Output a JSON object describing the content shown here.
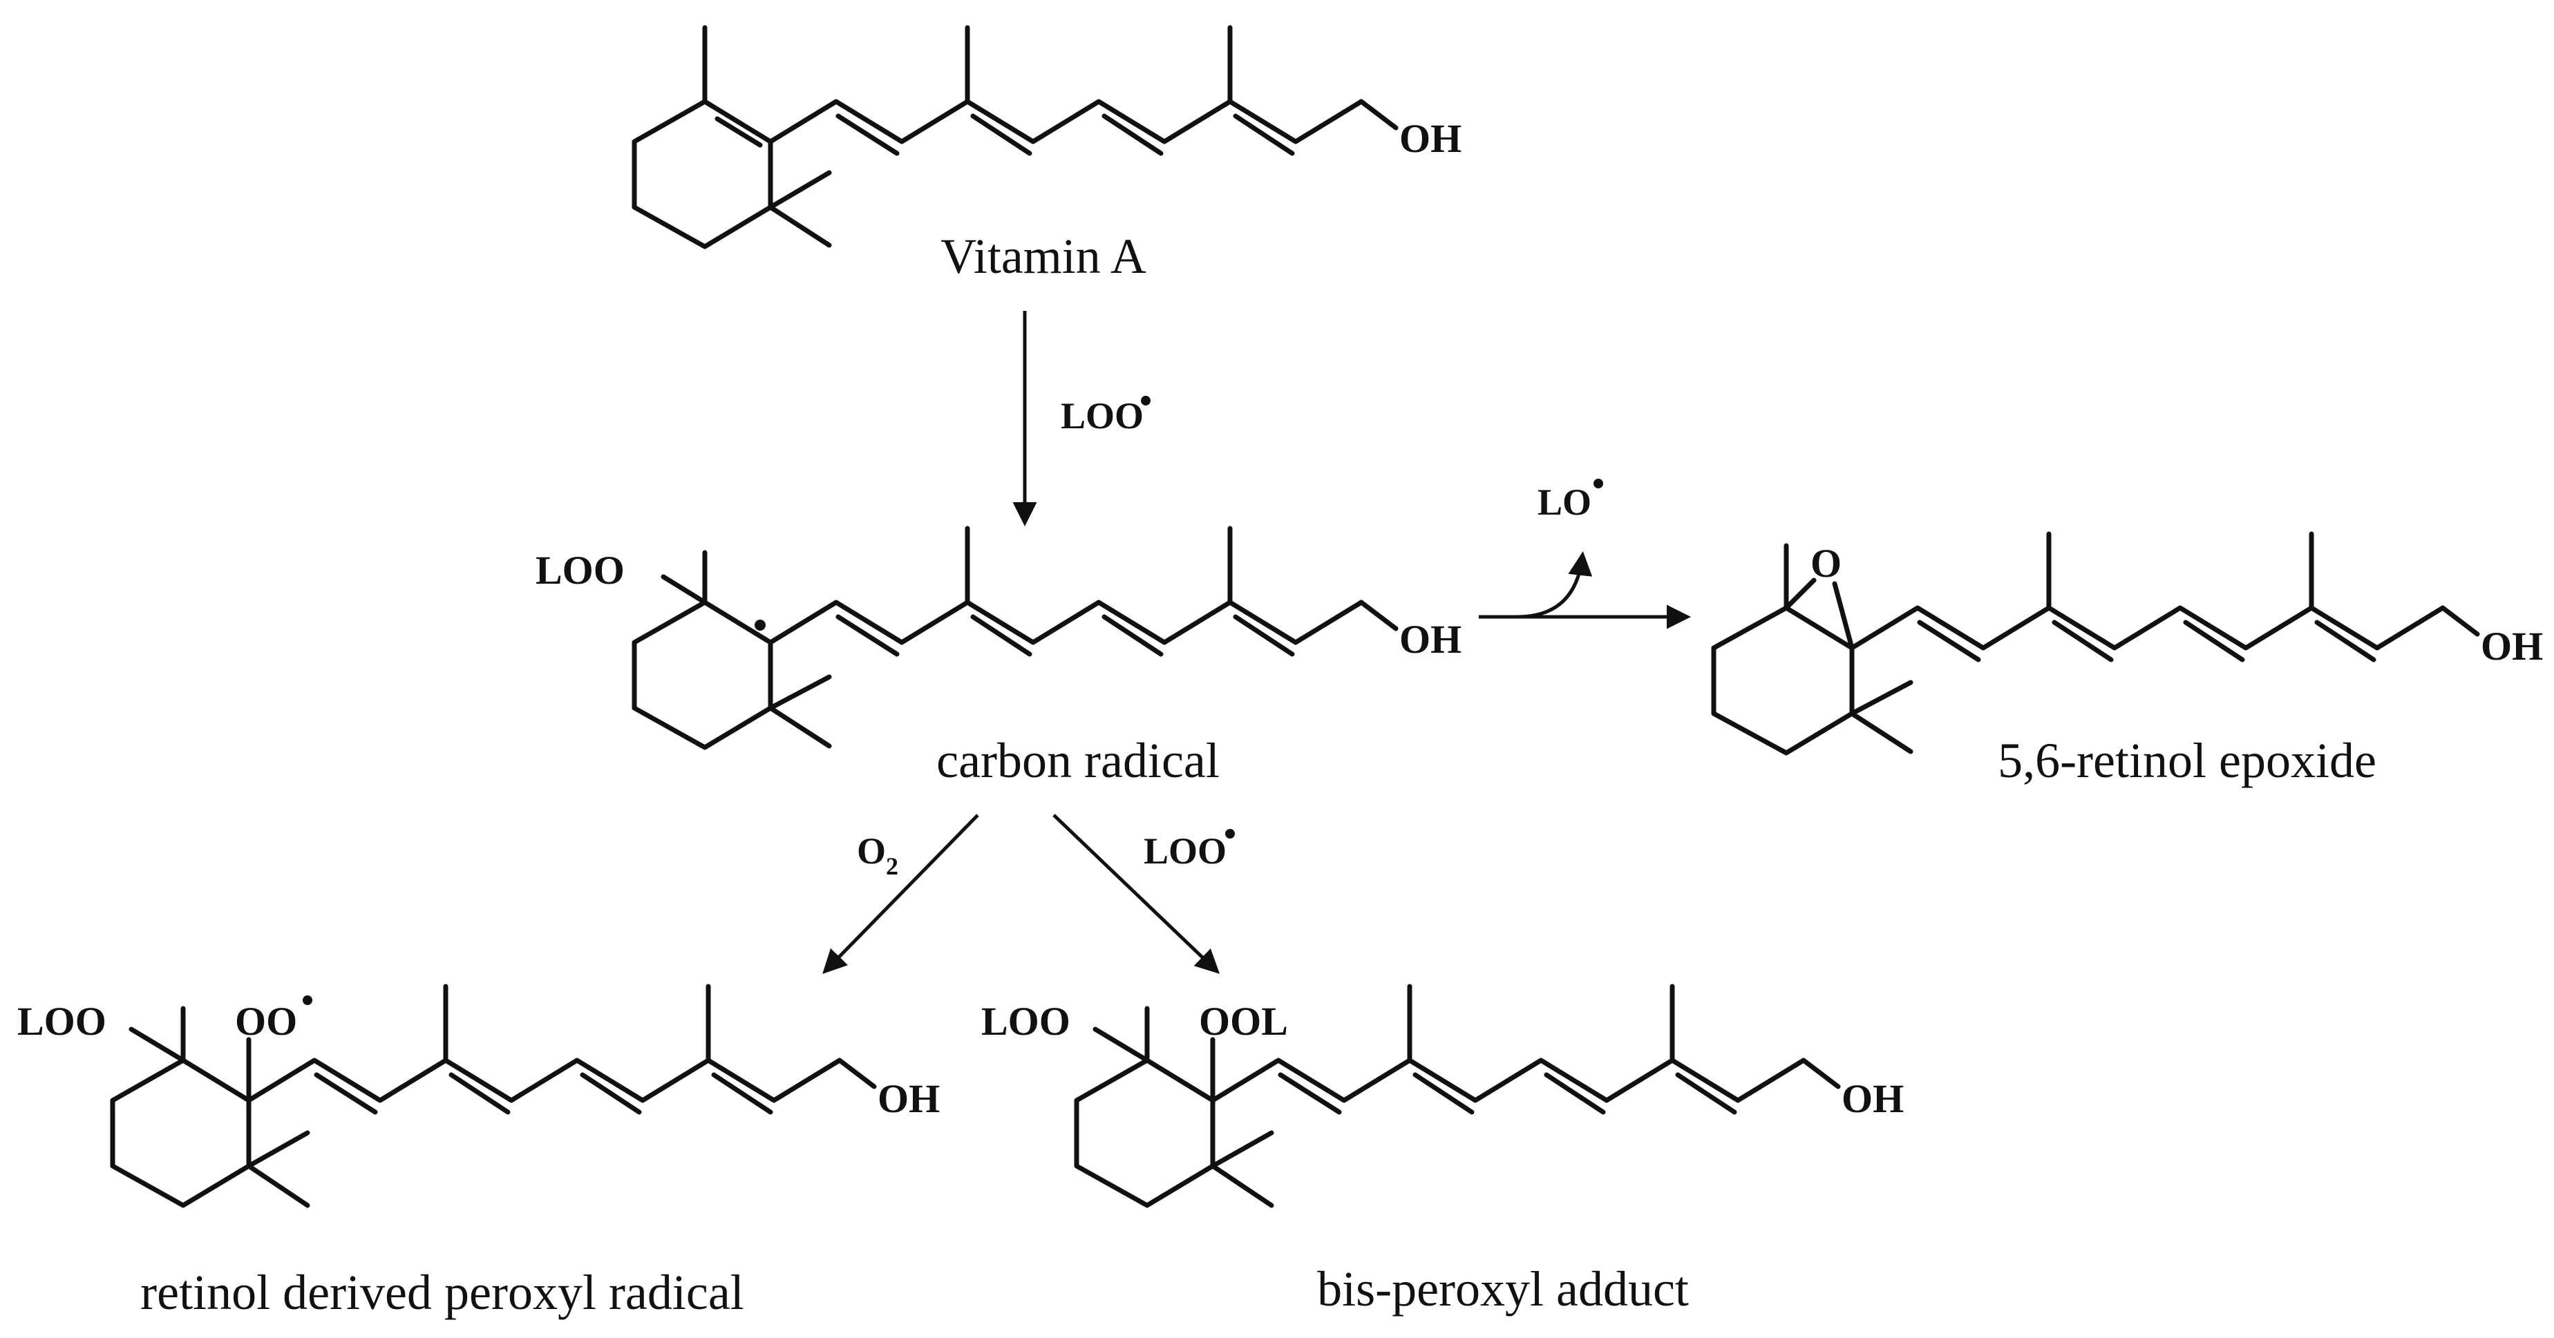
{
  "molecules": {
    "vitamin_a": {
      "caption": "Vitamin A",
      "oh": "OH"
    },
    "carbon_radical": {
      "caption": "carbon radical",
      "loo": "LOO",
      "oh": "OH"
    },
    "epoxide": {
      "caption": "5,6-retinol epoxide",
      "ring_o": "O",
      "oh": "OH"
    },
    "peroxyl_radical": {
      "caption": "retinol derived peroxyl radical",
      "loo": "LOO",
      "oo": "OO",
      "oh": "OH"
    },
    "bis_adduct": {
      "caption": "bis-peroxyl adduct",
      "loo": "LOO",
      "ool": "OOL",
      "oh": "OH"
    }
  },
  "reagents": {
    "step1": "LOO",
    "lo_release": "LO",
    "o2_main": "O",
    "o2_sub": "2",
    "loo_second": "LOO"
  }
}
